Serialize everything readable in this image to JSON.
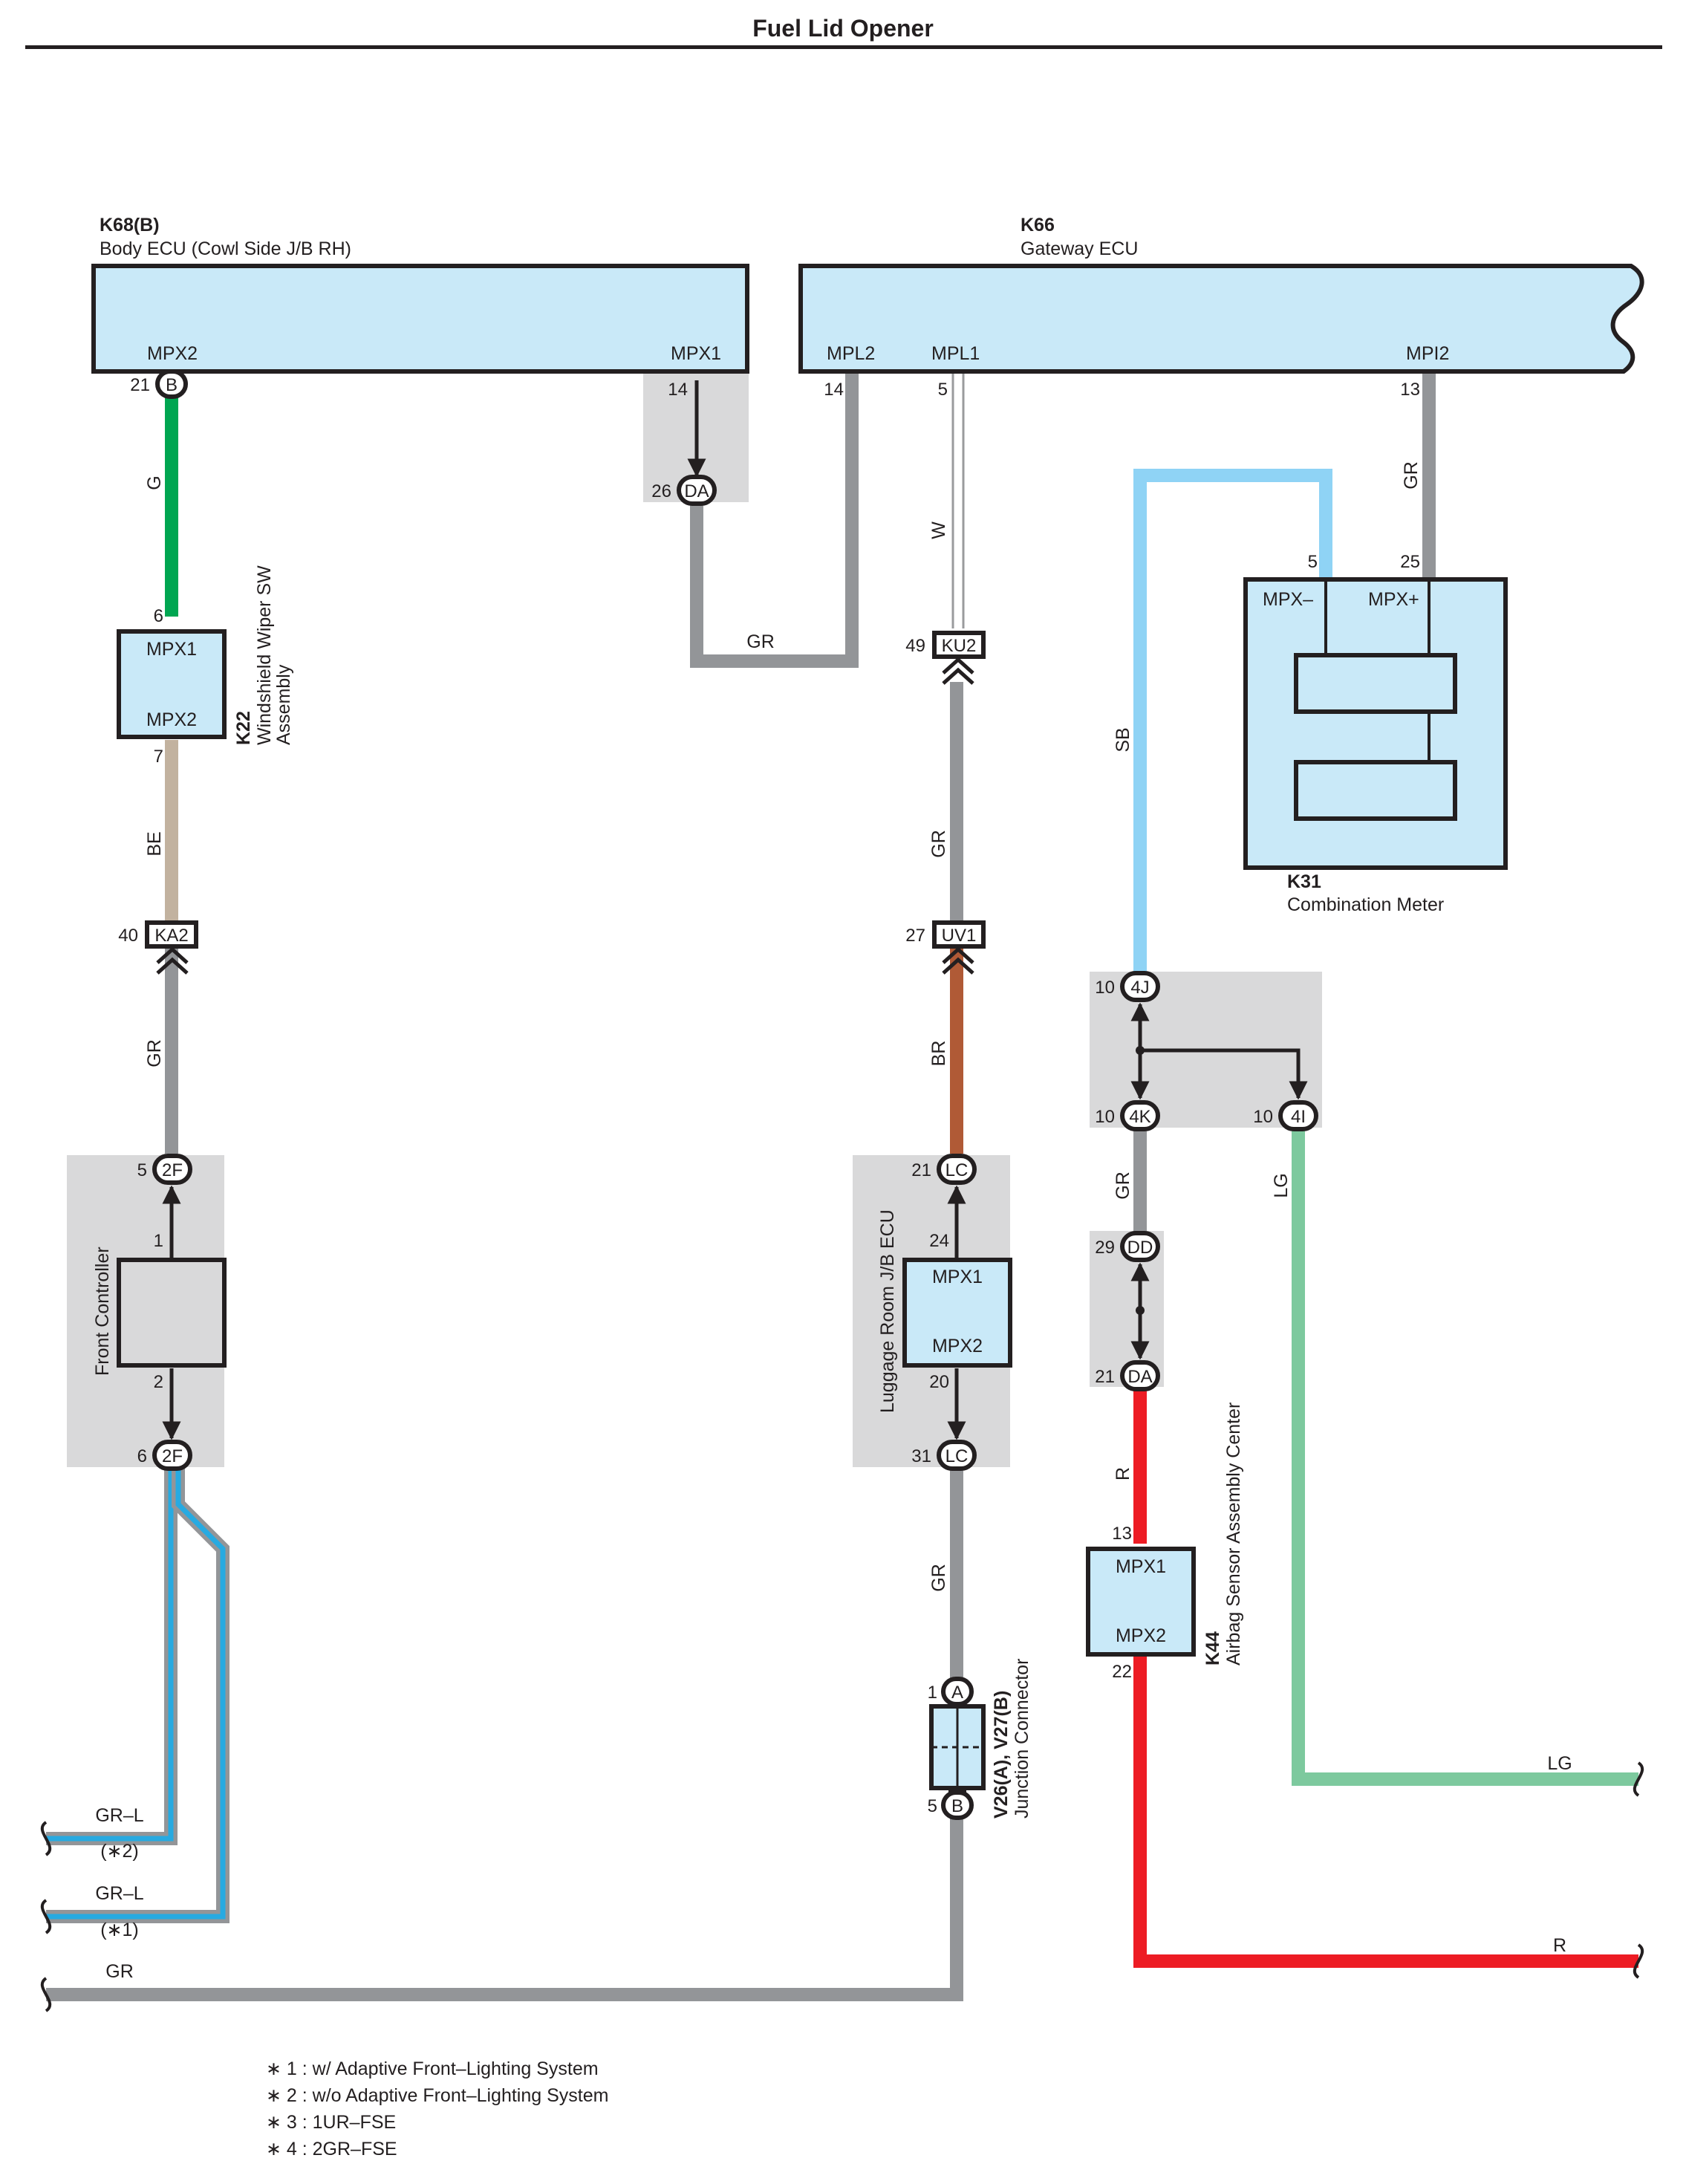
{
  "title": "Fuel Lid Opener",
  "components": {
    "body_ecu": {
      "code": "K68(B)",
      "name": "Body ECU (Cowl Side J/B RH)",
      "pin_mpx2": "MPX2",
      "pin_mpx1": "MPX1"
    },
    "gateway_ecu": {
      "code": "K66",
      "name": "Gateway ECU",
      "pin_mpl2": "MPL2",
      "pin_mpl1": "MPL1",
      "pin_mpi2": "MPI2"
    },
    "wiper_sw": {
      "code": "K22",
      "name1": "Windshield Wiper SW",
      "name2": "Assembly",
      "pin1": "MPX1",
      "pin2": "MPX2"
    },
    "front_controller": {
      "name": "Front Controller"
    },
    "luggage_ecu": {
      "name": "Luggage Room J/B ECU",
      "pin1": "MPX1",
      "pin2": "MPX2"
    },
    "combination_meter": {
      "code": "K31",
      "name": "Combination Meter",
      "pin_minus": "MPX–",
      "pin_plus": "MPX+"
    },
    "airbag": {
      "code": "K44",
      "name": "Airbag Sensor Assembly Center",
      "pin1": "MPX1",
      "pin2": "MPX2"
    },
    "junction_connector": {
      "code": "V26(A), V27(B)",
      "name": "Junction Connector"
    }
  },
  "connectors": {
    "B_top": "B",
    "DA_top": "DA",
    "KU2": "KU2",
    "KA2": "KA2",
    "UV1": "UV1",
    "2F": "2F",
    "LC": "LC",
    "4J": "4J",
    "4K": "4K",
    "4I": "4I",
    "DD": "DD",
    "DA_mid": "DA",
    "A": "A",
    "B_bottom": "B"
  },
  "pins": {
    "p21": "21",
    "p14a": "14",
    "p26": "26",
    "p14b": "14",
    "p5a": "5",
    "p13": "13",
    "p6": "6",
    "p7": "7",
    "p40": "40",
    "p5b": "5",
    "p1": "1",
    "p2": "2",
    "p6b": "6",
    "p49": "49",
    "p27": "27",
    "p21b": "21",
    "p24": "24",
    "p20": "20",
    "p31": "31",
    "p5c": "5",
    "p25": "25",
    "p10a": "10",
    "p10b": "10",
    "p10c": "10",
    "p29": "29",
    "p21c": "21",
    "p13b": "13",
    "p22": "22",
    "p1b": "1",
    "p5d": "5"
  },
  "wire_labels": {
    "G": "G",
    "GR": "GR",
    "W": "W",
    "BE": "BE",
    "BR": "BR",
    "SB": "SB",
    "LG": "LG",
    "R": "R",
    "GR_L": "GR–L",
    "note2": "(∗2)",
    "note1": "(∗1)"
  },
  "wire_colors": {
    "G": "#00a651",
    "GR": "#939598",
    "BE": "#c2b29f",
    "BR": "#b05a36",
    "SB": "#8fd3f5",
    "LG": "#7dc99e",
    "R": "#ed1c24",
    "L": "#27aae1",
    "component_fill": "#c9e9f8",
    "junction_fill": "#d9d9da"
  },
  "notes": [
    "∗ 1 : w/ Adaptive Front–Lighting System",
    "∗ 2 : w/o Adaptive Front–Lighting System",
    "∗ 3 : 1UR–FSE",
    "∗ 4 : 2GR–FSE"
  ]
}
